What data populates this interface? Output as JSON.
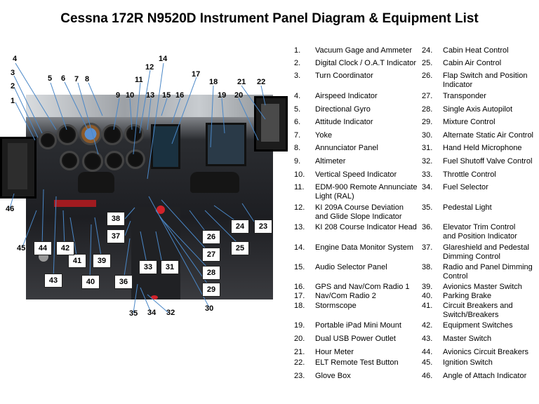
{
  "title": "Cessna 172R N9520D Instrument Panel Diagram & Equipment List",
  "callouts": [
    "1",
    "2",
    "3",
    "4",
    "5",
    "6",
    "7",
    "8",
    "9",
    "10",
    "11",
    "12",
    "13",
    "14",
    "15",
    "16",
    "17",
    "18",
    "19",
    "20",
    "21",
    "22",
    "23",
    "24",
    "25",
    "26",
    "27",
    "28",
    "29",
    "30",
    "31",
    "32",
    "33",
    "34",
    "35",
    "36",
    "37",
    "38",
    "39",
    "40",
    "41",
    "42",
    "43",
    "44",
    "45",
    "46"
  ],
  "left_items": [
    {
      "num": "1.",
      "text": "Vacuum Gage and Ammeter"
    },
    {
      "num": "2.",
      "text": "Digital Clock / O.A.T Indicator"
    },
    {
      "num": "3.",
      "text": "Turn Coordinator"
    },
    {
      "num": "4.",
      "text": "Airspeed Indicator"
    },
    {
      "num": "5.",
      "text": "Directional Gyro"
    },
    {
      "num": "6.",
      "text": "Attitude Indicator"
    },
    {
      "num": "7.",
      "text": "Yoke"
    },
    {
      "num": "8.",
      "text": "Annunciator Panel"
    },
    {
      "num": "9.",
      "text": "Altimeter"
    },
    {
      "num": "10.",
      "text": "Vertical Speed Indicator"
    },
    {
      "num": "11.",
      "text": "EDM-900 Remote Annunciate Light (RAL)"
    },
    {
      "num": "12.",
      "text": "KI 209A Course Deviation and Glide Slope Indicator"
    },
    {
      "num": "13.",
      "text": "KI 208 Course Indicator Head"
    },
    {
      "num": "14.",
      "text": "Engine Data Monitor System"
    },
    {
      "num": "15.",
      "text": "Audio Selector Panel"
    },
    {
      "num": "16.",
      "text": "GPS and Nav/Com Radio 1"
    },
    {
      "num": "17.",
      "text": "Nav/Com Radio 2"
    },
    {
      "num": "18.",
      "text": "Stormscope"
    },
    {
      "num": "19.",
      "text": "Portable iPad Mini Mount"
    },
    {
      "num": "20.",
      "text": "Dual USB Power Outlet"
    },
    {
      "num": "21.",
      "text": "Hour Meter"
    },
    {
      "num": "22.",
      "text": "ELT Remote Test Button"
    },
    {
      "num": "23.",
      "text": "Glove Box"
    }
  ],
  "right_items": [
    {
      "num": "24.",
      "text": "Cabin Heat Control"
    },
    {
      "num": "25.",
      "text": "Cabin Air Control"
    },
    {
      "num": "26.",
      "text": "Flap Switch and Position Indicator"
    },
    {
      "num": "27.",
      "text": "Transponder"
    },
    {
      "num": "28.",
      "text": "Single Axis Autopilot"
    },
    {
      "num": "29.",
      "text": "Mixture Control"
    },
    {
      "num": "30.",
      "text": "Alternate Static Air Control"
    },
    {
      "num": "31.",
      "text": "Hand Held Microphone"
    },
    {
      "num": "32.",
      "text": "Fuel Shutoff Valve Control"
    },
    {
      "num": "33.",
      "text": "Throttle Control"
    },
    {
      "num": "34.",
      "text": "Fuel Selector"
    },
    {
      "num": "35.",
      "text": "Pedestal Light"
    },
    {
      "num": "36.",
      "text": "Elevator Trim Control and Position Indicator"
    },
    {
      "num": "37.",
      "text": "Glareshield and Pedestal Dimming Control"
    },
    {
      "num": "38.",
      "text": "Radio and Panel Dimming Control"
    },
    {
      "num": "39.",
      "text": "Avionics Master Switch"
    },
    {
      "num": "40.",
      "text": "Parking Brake"
    },
    {
      "num": "41.",
      "text": "Circuit Breakers and Switch/Breakers"
    },
    {
      "num": "42.",
      "text": "Equipment Switches"
    },
    {
      "num": "43.",
      "text": "Master Switch"
    },
    {
      "num": "44.",
      "text": "Avionics Circuit Breakers"
    },
    {
      "num": "45.",
      "text": "Ignition Switch"
    },
    {
      "num": "46.",
      "text": "Angle of Attach Indicator"
    }
  ]
}
